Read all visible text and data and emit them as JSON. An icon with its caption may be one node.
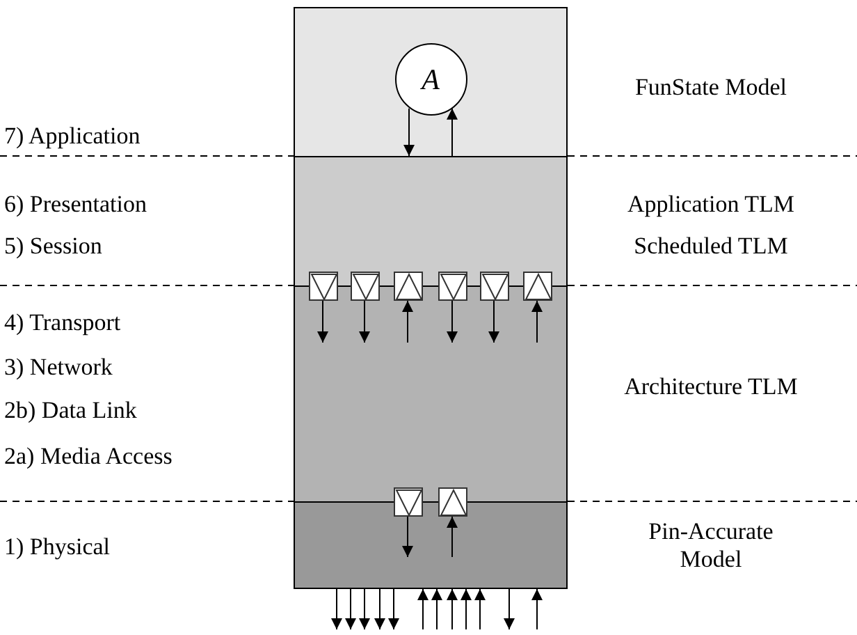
{
  "diagram": {
    "nodes": [
      {
        "text": [],
        "shape": "box",
        "beside": [
          "FunState Model"
        ]
      },
      {
        "text": [
          "A"
        ],
        "in": 0
      },
      {
        "text": [],
        "shape": "box",
        "beside": [
          "Application TLM",
          "Scheduled TLM"
        ]
      },
      {
        "text": [],
        "shape": "box",
        "beside": [
          "Architecture TLM"
        ]
      },
      {
        "text": [],
        "shape": "box",
        "beside": [
          "Pin-Accurate Model"
        ]
      },
      {
        "text": [],
        "shape": "box"
      },
      {
        "text": [],
        "shape": "box"
      },
      {
        "text": [],
        "shape": "box"
      },
      {
        "text": [],
        "shape": "box"
      },
      {
        "text": [],
        "shape": "box"
      },
      {
        "text": [],
        "shape": "box"
      },
      {
        "text": [],
        "shape": "box"
      },
      {
        "text": [],
        "shape": "box"
      }
    ],
    "edges": [
      {
        "from": 1,
        "to": 2,
        "arrow": "to"
      },
      {
        "from": 2,
        "to": 1,
        "arrow": "to"
      },
      {
        "from": 5,
        "to": 3,
        "arrow": "to"
      },
      {
        "from": 6,
        "to": 3,
        "arrow": "to"
      },
      {
        "from": 3,
        "to": 7,
        "arrow": "to"
      },
      {
        "from": 8,
        "to": 3,
        "arrow": "to"
      },
      {
        "from": 9,
        "to": 3,
        "arrow": "to"
      },
      {
        "from": 3,
        "to": 10,
        "arrow": "to"
      },
      {
        "from": 11,
        "to": 4,
        "arrow": "to"
      },
      {
        "from": 4,
        "to": 12,
        "arrow": "to"
      },
      {
        "from": 4,
        "to": null,
        "arrow": "to"
      },
      {
        "from": 4,
        "to": null,
        "arrow": "to"
      },
      {
        "from": 4,
        "to": null,
        "arrow": "to"
      },
      {
        "from": 4,
        "to": null,
        "arrow": "to"
      },
      {
        "from": 4,
        "to": null,
        "arrow": "to"
      },
      {
        "from": null,
        "to": 4,
        "arrow": "to"
      },
      {
        "from": null,
        "to": 4,
        "arrow": "to"
      },
      {
        "from": null,
        "to": 4,
        "arrow": "to"
      },
      {
        "from": null,
        "to": 4,
        "arrow": "to"
      },
      {
        "from": null,
        "to": 4,
        "arrow": "to"
      },
      {
        "from": 4,
        "to": null,
        "arrow": "to"
      },
      {
        "from": null,
        "to": 4,
        "arrow": "to"
      }
    ],
    "labels": [
      "7) Application",
      "6) Presentation",
      "5) Session",
      "4) Transport",
      "3) Network",
      "2b) Data Link",
      "2a) Media Access",
      "1) Physical"
    ]
  }
}
